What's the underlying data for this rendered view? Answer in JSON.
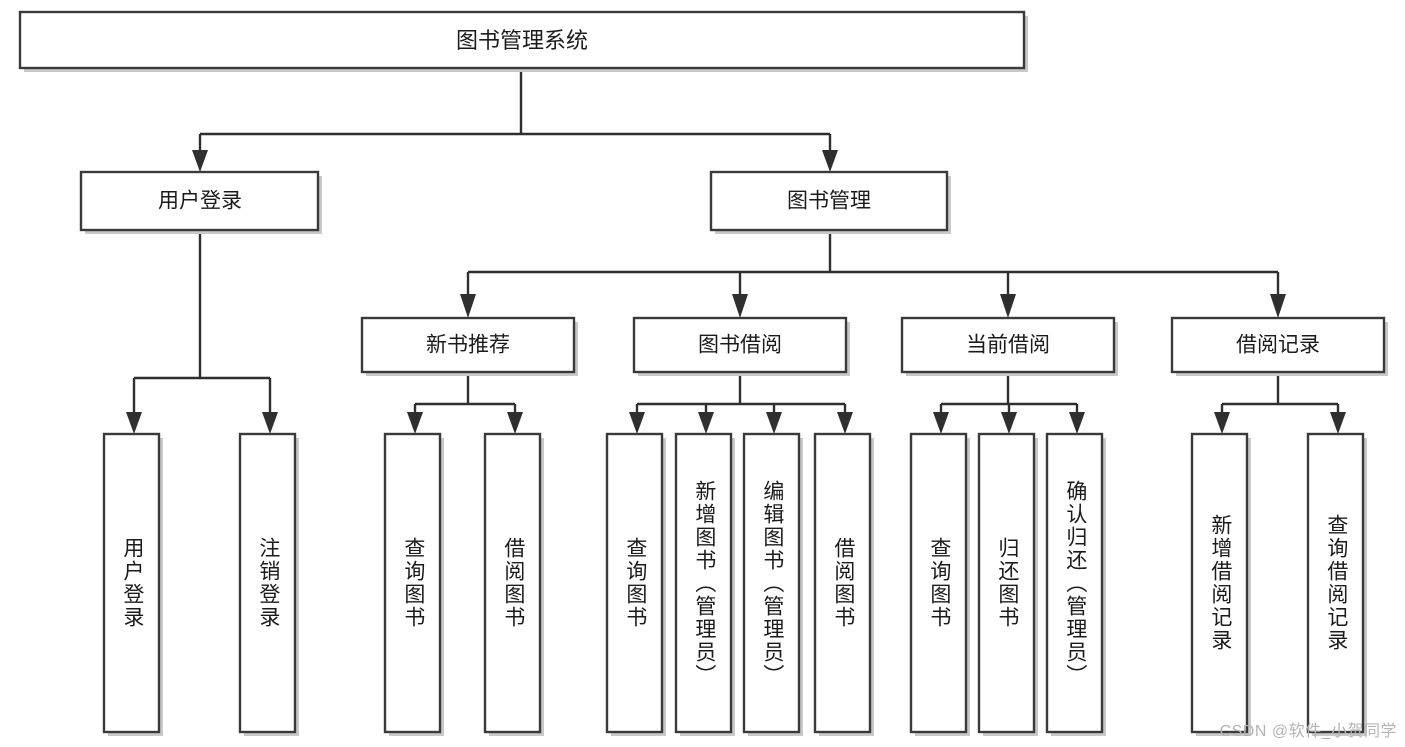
{
  "diagram": {
    "type": "tree-hierarchy",
    "title": "图书管理系统",
    "orientation": "top-down",
    "watermark": "CSDN @软件_小贺同学",
    "colors": {
      "box_fill": "#ffffff",
      "box_stroke": "#3a3a3a",
      "edge": "#2f2f2f",
      "text": "#1b1b1b",
      "watermark": "#b4b4b4",
      "background": "#ffffff"
    },
    "root": {
      "label": "图书管理系统"
    },
    "level2": [
      {
        "label": "用户登录"
      },
      {
        "label": "图书管理"
      }
    ],
    "level3": [
      {
        "label": "新书推荐"
      },
      {
        "label": "图书借阅"
      },
      {
        "label": "当前借阅"
      },
      {
        "label": "借阅记录"
      }
    ],
    "leaves": {
      "user_login": [
        {
          "label": "用户登录"
        },
        {
          "label": "注销登录"
        }
      ],
      "new_book_recommend": [
        {
          "label": "查询图书"
        },
        {
          "label": "借阅图书"
        }
      ],
      "book_borrow": [
        {
          "label": "查询图书"
        },
        {
          "label": "新增图书（管理员）"
        },
        {
          "label": "编辑图书（管理员）"
        },
        {
          "label": "借阅图书"
        }
      ],
      "current_borrow": [
        {
          "label": "查询图书"
        },
        {
          "label": "归还图书"
        },
        {
          "label": "确认归还（管理员）"
        }
      ],
      "borrow_record": [
        {
          "label": "新增借阅记录"
        },
        {
          "label": "查询借阅记录"
        }
      ]
    }
  }
}
